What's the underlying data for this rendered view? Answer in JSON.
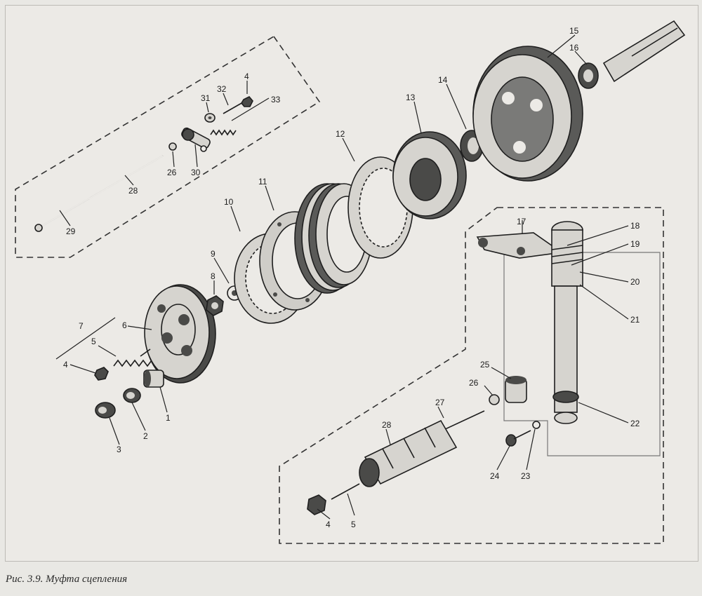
{
  "caption": {
    "prefix": "Рис. 3.9.",
    "title": "Муфта сцепления"
  },
  "callouts": {
    "c1": "1",
    "c2": "2",
    "c3": "3",
    "c4a": "4",
    "c4b": "4",
    "c4c": "4",
    "c5a": "5",
    "c5b": "5",
    "c6": "6",
    "c7": "7",
    "c8": "8",
    "c9": "9",
    "c10": "10",
    "c11": "11",
    "c12": "12",
    "c13": "13",
    "c14": "14",
    "c15": "15",
    "c16": "16",
    "c17": "17",
    "c18": "18",
    "c19": "19",
    "c20": "20",
    "c21": "21",
    "c22": "22",
    "c23": "23",
    "c24": "24",
    "c25": "25",
    "c26a": "26",
    "c26b": "26",
    "c27": "27",
    "c28a": "28",
    "c28b": "28",
    "c29": "29",
    "c30": "30",
    "c31": "31",
    "c32": "32",
    "c33": "33"
  },
  "colors": {
    "ink": "#1e1e1e",
    "paper": "#eceae6",
    "metal_dark": "#4a4a48",
    "metal_light": "#d6d4cf"
  }
}
